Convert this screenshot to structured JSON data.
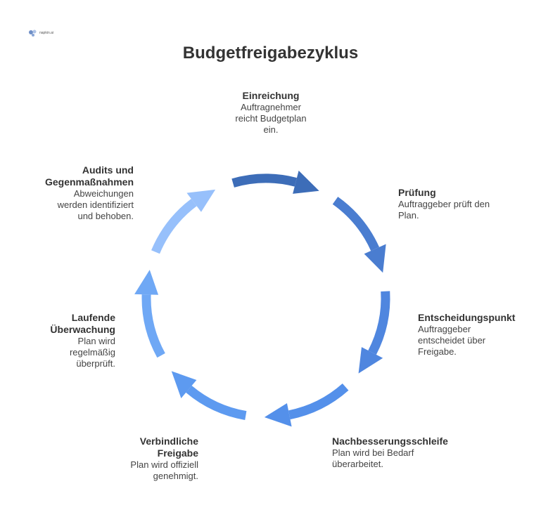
{
  "logo": {
    "icon": "napkin-logo-icon",
    "text": "napkin.ai"
  },
  "title": "Budgetfreigabezyklus",
  "steps": [
    {
      "head": "Einreichung",
      "desc": "Auftragnehmer reicht Budgetplan ein.",
      "color": "#3d6db8"
    },
    {
      "head": "Prüfung",
      "desc": "Auftraggeber prüft den Plan.",
      "color": "#4a7dd0"
    },
    {
      "head": "Entscheidungspunkt",
      "desc": "Auftraggeber entscheidet über Freigabe.",
      "color": "#4f86df"
    },
    {
      "head": "Nachbesserungsschleife",
      "desc": "Plan wird bei Bedarf überarbeitet.",
      "color": "#5490ea"
    },
    {
      "head": "Verbindliche Freigabe",
      "desc": "Plan wird offiziell genehmigt.",
      "color": "#5d9af0"
    },
    {
      "head": "Laufende Überwachung",
      "desc": "Plan wird regelmäßig überprüft.",
      "color": "#6fa8f5"
    },
    {
      "head": "Audits und Gegenmaßnahmen",
      "desc": "Abweichungen werden identifiziert und behoben.",
      "color": "#97c0fb"
    }
  ]
}
